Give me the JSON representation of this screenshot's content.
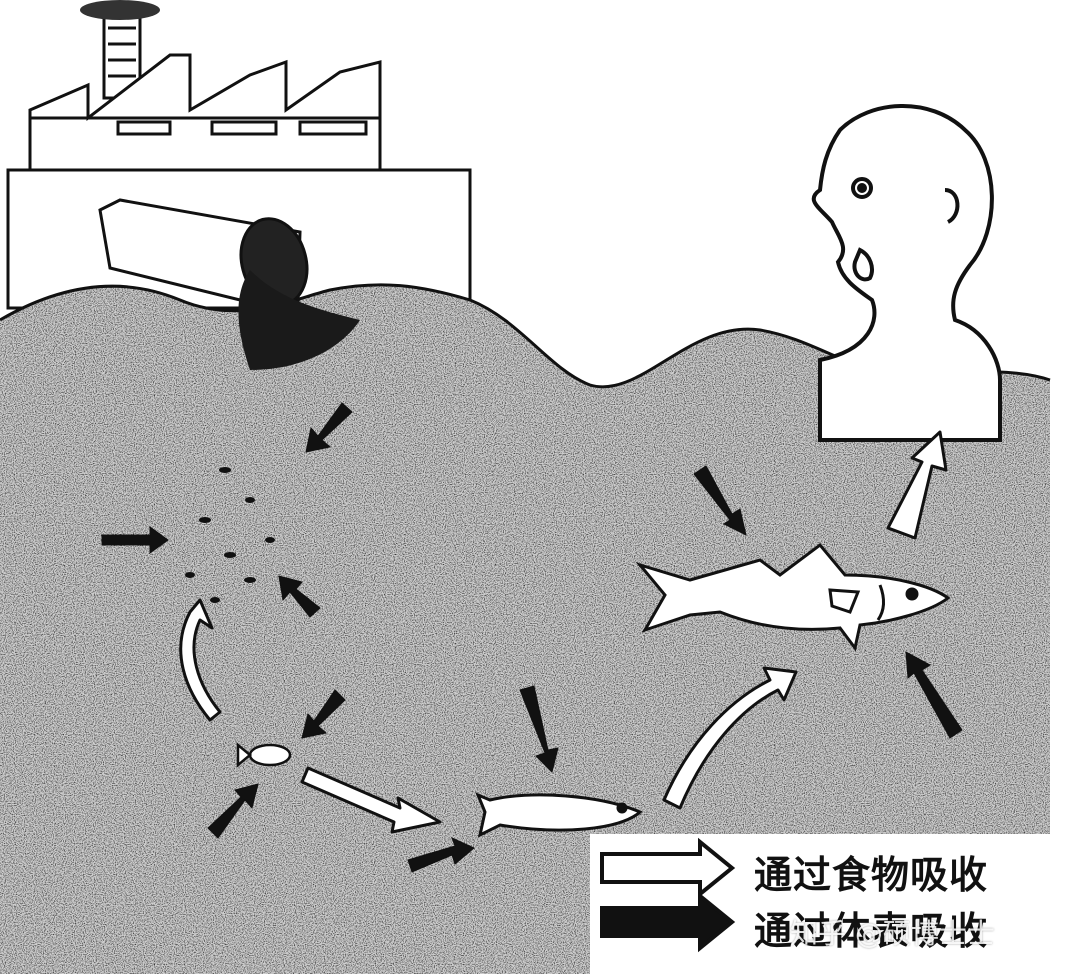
{
  "legend": {
    "food_absorption_label": "通过食物吸收",
    "surface_absorption_label": "通过体表吸收"
  },
  "watermark": {
    "text": "知乎 @硕博士士"
  },
  "colors": {
    "ink": "#111111",
    "water_base": "#dcdcdc",
    "sediment": "#222222",
    "paper": "#ffffff"
  },
  "icons": [
    "factory-icon",
    "drain-pipe-icon",
    "human-figure-icon",
    "fish-icon",
    "plankton-icon",
    "absorption-arrow-icon"
  ]
}
